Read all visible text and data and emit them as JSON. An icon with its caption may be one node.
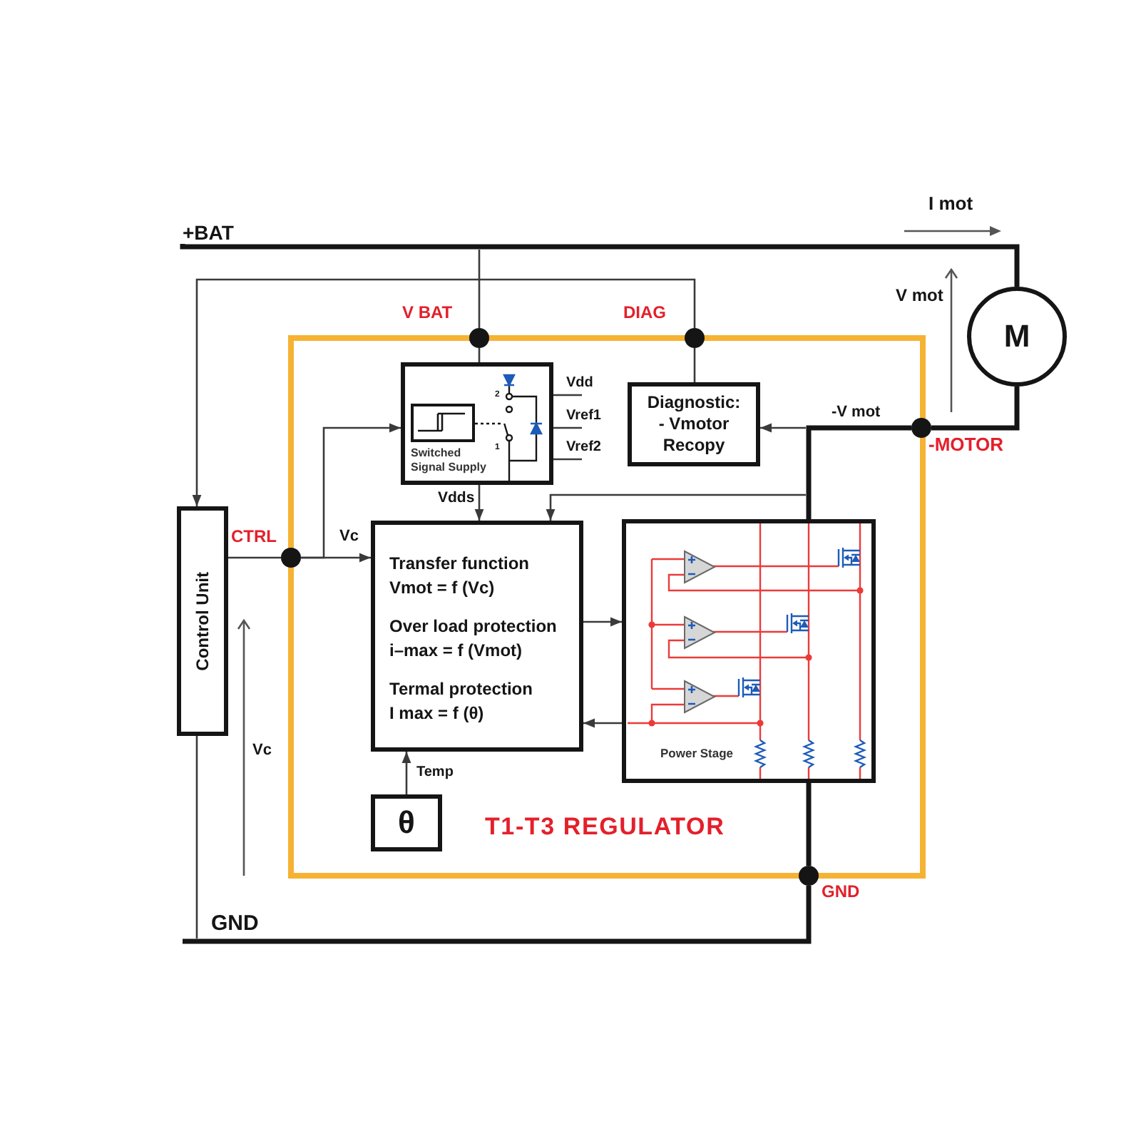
{
  "diagram": {
    "nodes": [
      {
        "text": [
          "T1-T3 REGULATOR"
        ]
      },
      {
        "text": [
          "Switched Signal Supply"
        ],
        "in": 0
      },
      {
        "text": [
          "Diagnostic: - Vmotor Recopy"
        ],
        "in": 0
      },
      {
        "text": [
          "Transfer function",
          "Vmot = f (Vc)",
          "Over load protection",
          "i–max = f (Vmot)",
          "Termal protection",
          "I max = f (θ)"
        ],
        "in": 0
      },
      {
        "text": [
          "Power Stage"
        ],
        "in": 0
      },
      {
        "text": [
          "θ"
        ],
        "in": 0
      },
      {
        "text": [
          "Control Unit"
        ]
      },
      {
        "text": [
          "M"
        ]
      },
      {
        "text": [],
        "shape": "circle",
        "beside": [
          "V BAT"
        ]
      },
      {
        "text": [],
        "shape": "circle",
        "beside": [
          "DIAG"
        ]
      },
      {
        "text": [],
        "shape": "circle",
        "beside": [
          "CTRL"
        ]
      },
      {
        "text": [],
        "shape": "circle",
        "beside": [
          "-MOTOR"
        ]
      },
      {
        "text": [],
        "shape": "circle",
        "beside": [
          "GND"
        ]
      },
      {
        "text": [
          "+BAT"
        ]
      }
    ],
    "edges": [
      {
        "from": 13,
        "to": 7,
        "arrow": "none",
        "style": "thick"
      },
      {
        "from": null,
        "to": 8,
        "arrow": "none"
      },
      {
        "from": 8,
        "to": 1,
        "arrow": "none"
      },
      {
        "from": 2,
        "to": 9,
        "arrow": "none"
      },
      {
        "from": 9,
        "to": 6,
        "arrow": "to"
      },
      {
        "from": 6,
        "to": 10,
        "arrow": "none"
      },
      {
        "from": 10,
        "to": 3,
        "arrow": "to",
        "label": "Vc"
      },
      {
        "from": 10,
        "to": 1,
        "arrow": "to"
      },
      {
        "from": 1,
        "to": 3,
        "arrow": "to",
        "label": "Vdds"
      },
      {
        "from": 1,
        "to": null,
        "arrow": "none",
        "label": "Vdd"
      },
      {
        "from": 1,
        "to": null,
        "arrow": "none",
        "label": "Vref1"
      },
      {
        "from": 1,
        "to": null,
        "arrow": "none",
        "label": "Vref2"
      },
      {
        "from": 7,
        "to": 11,
        "arrow": "none",
        "style": "thick"
      },
      {
        "from": null,
        "to": 2,
        "arrow": "to",
        "label": "-V mot"
      },
      {
        "from": null,
        "to": 3,
        "arrow": "to"
      },
      {
        "from": 11,
        "to": 4,
        "arrow": "none",
        "style": "thick"
      },
      {
        "from": 3,
        "to": 4,
        "arrow": "to"
      },
      {
        "from": 4,
        "to": 3,
        "arrow": "to"
      },
      {
        "from": 5,
        "to": 3,
        "arrow": "to",
        "label": "Temp"
      },
      {
        "from": 4,
        "to": 12,
        "arrow": "none",
        "style": "thick"
      },
      {
        "from": 12,
        "to": null,
        "arrow": "none",
        "style": "thick"
      },
      {
        "from": 6,
        "to": null,
        "arrow": "none"
      }
    ],
    "labels": [
      "I mot",
      "V mot",
      "2",
      "1",
      "Vc",
      "GND"
    ]
  }
}
